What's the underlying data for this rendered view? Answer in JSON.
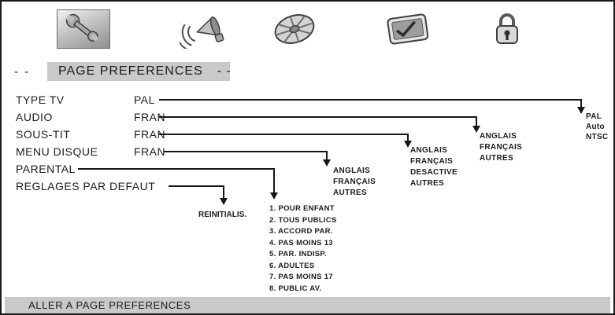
{
  "colors": {
    "highlight": "#c9c9c9",
    "line": "#161616"
  },
  "title": {
    "prefix": "- -",
    "text": "PAGE PREFERENCES",
    "suffix": "- -"
  },
  "tabs": [
    {
      "name": "general-setup",
      "icon": "wrench-icon"
    },
    {
      "name": "audio-setup",
      "icon": "speaker-icon"
    },
    {
      "name": "video-setup",
      "icon": "film-reel-icon"
    },
    {
      "name": "preferences-page",
      "icon": "checklist-screen-icon"
    },
    {
      "name": "password-setup",
      "icon": "lock-icon"
    }
  ],
  "menu": [
    {
      "label": "TYPE TV",
      "value": "PAL"
    },
    {
      "label": "AUDIO",
      "value": "FRAN"
    },
    {
      "label": "SOUS-TIT",
      "value": "FRAN"
    },
    {
      "label": "MENU DISQUE",
      "value": "FRAN"
    },
    {
      "label": "PARENTAL",
      "value": ""
    },
    {
      "label": "REGLAGES PAR DEFAUT",
      "value": ""
    }
  ],
  "options": {
    "type_tv": [
      "PAL",
      "Auto",
      "NTSC"
    ],
    "audio": [
      "ANGLAIS",
      "FRANÇAIS",
      "AUTRES"
    ],
    "sous_tit": [
      "ANGLAIS",
      "FRANÇAIS",
      "DESACTIVE",
      "AUTRES"
    ],
    "menu_disque": [
      "ANGLAIS",
      "FRANÇAIS",
      "AUTRES"
    ],
    "parental": [
      "1. POUR ENFANT",
      "2. TOUS PUBLICS",
      "3. ACCORD PAR.",
      "4. PAS MOINS 13",
      "5. PAR. INDISP.",
      "6. ADULTES",
      "7. PAS MOINS 17",
      "8. PUBLIC AV."
    ],
    "reglages_defaut": [
      "REINITIALIS."
    ]
  },
  "status_bar": {
    "text": "ALLER A PAGE PREFERENCES"
  }
}
